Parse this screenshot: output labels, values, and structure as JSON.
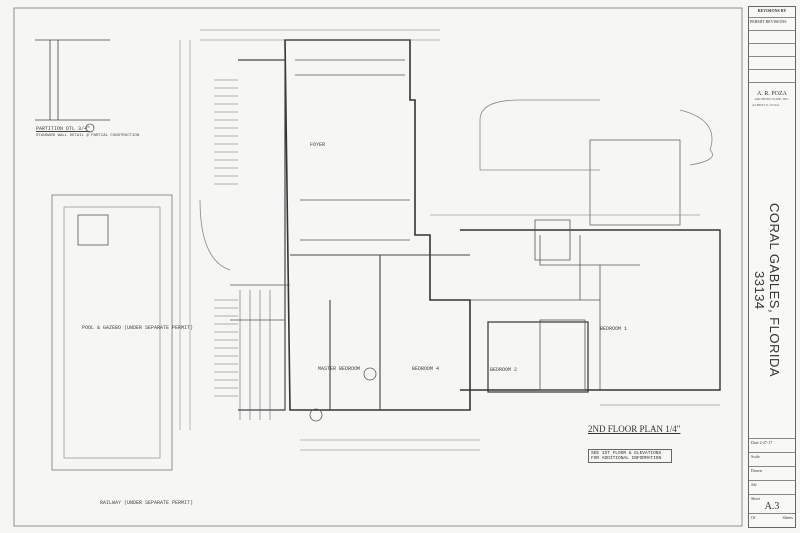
{
  "title_block": {
    "revisions_label": "REVISIONS",
    "by_label": "BY",
    "revision_1": "PERMIT REVISIONS",
    "firm_name": "A. R. POZA",
    "firm_sub": "ARCHITECTURE, INC.",
    "architect": "ALBERT R. POZA",
    "city": "CORAL GABLES, FLORIDA 33134",
    "date_label": "Date",
    "date_value": "2-27-17",
    "scale_label": "Scale",
    "drawn_label": "Drawn",
    "job_label": "Job",
    "sheet_label": "Sheet",
    "sheet_no": "A.3",
    "of_label": "Of",
    "sheets_label": "Sheets"
  },
  "drawing": {
    "plan_title": "2ND FLOOR PLAN 1/4\"",
    "note": "SEE 1ST FLOOR & ELEVATIONS FOR ADDITIONAL INFORMATION",
    "detail_title": "PARTITION DTL 3/4\"",
    "detail_note": "STANDARD WALL DETAIL @ PARTIAL CONSTRUCTION",
    "rooms": [
      "FOYER",
      "MASTER BEDROOM",
      "BEDROOM 4",
      "BEDROOM 2",
      "BEDROOM 1"
    ],
    "pool_label": "POOL & GAZEBO (UNDER SEPARATE PERMIT)",
    "driveway_label": "RAILWAY (UNDER SEPARATE PERMIT)"
  }
}
